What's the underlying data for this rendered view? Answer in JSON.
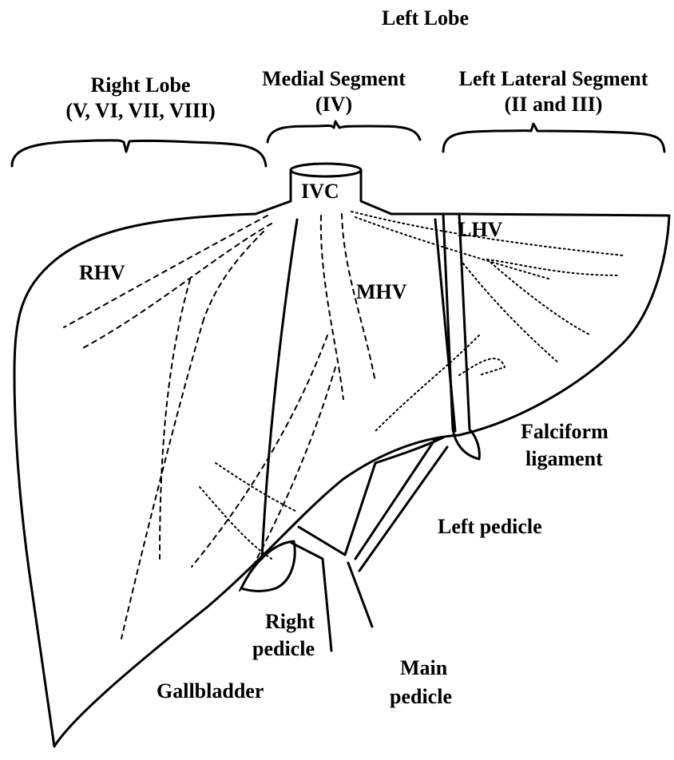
{
  "labels": {
    "left_lobe": "Left Lobe",
    "right_lobe_line1": "Right Lobe",
    "right_lobe_line2": "(V, VI, VII, VIII)",
    "medial_line1": "Medial Segment",
    "medial_line2": "(IV)",
    "left_lateral_line1": "Left Lateral Segment",
    "left_lateral_line2": "(II and III)",
    "ivc": "IVC",
    "lhv": "LHV",
    "rhv": "RHV",
    "mhv": "MHV",
    "falciform_line1": "Falciform",
    "falciform_line2": "ligament",
    "left_pedicle": "Left pedicle",
    "right_pedicle_line1": "Right",
    "right_pedicle_line2": "pedicle",
    "main_pedicle_line1": "Main",
    "main_pedicle_line2": "pedicle",
    "gallbladder": "Gallbladder"
  }
}
